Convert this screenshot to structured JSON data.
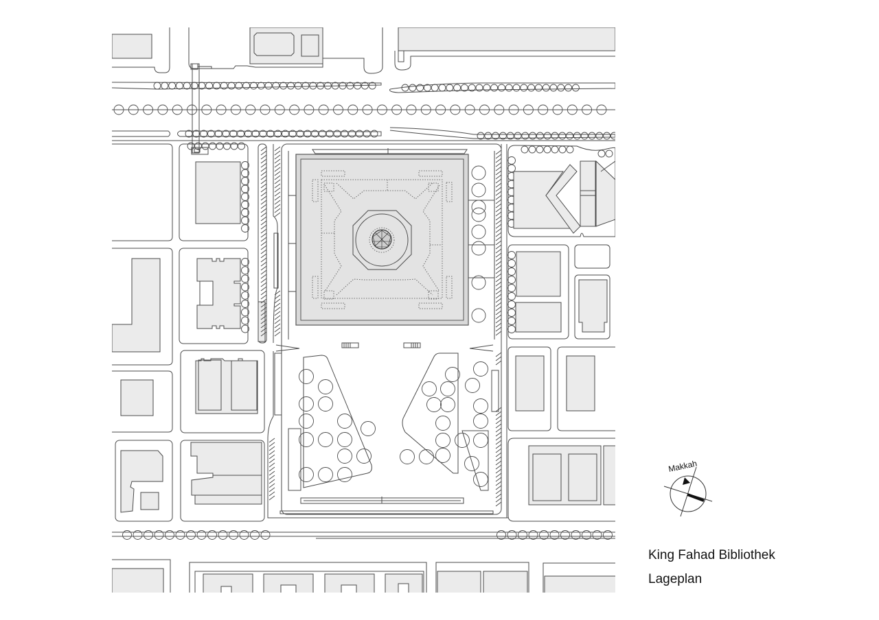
{
  "drawing": {
    "title": "King Fahad Bibliothek",
    "subtitle": "Lageplan",
    "compass": {
      "label": "Makkah",
      "icon": "qibla-compass-icon"
    }
  },
  "legend_colors": {
    "building_fill": "#ebebeb",
    "library_fill": "#d9d9d9",
    "line": "#4a4a4a",
    "background": "#ffffff"
  },
  "elements": {
    "library_building": "King Fahad Library (square plan with central dome)",
    "plaza": "Forecourt plaza with tree groves",
    "tree_rows": "Avenue tree rows along streets",
    "parking": "Angled parking bays"
  }
}
